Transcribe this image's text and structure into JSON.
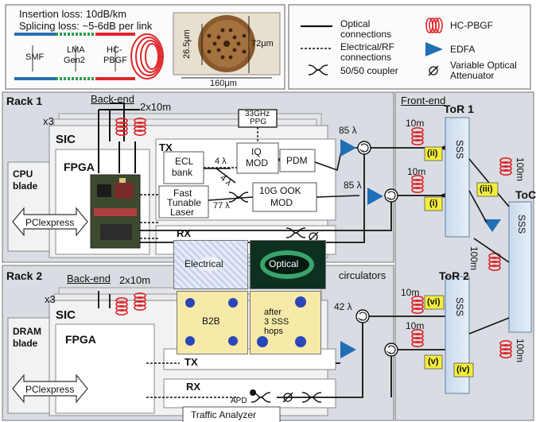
{
  "colors": {
    "fiber_red": "#e0262a",
    "edfa_blue": "#1f6fb5",
    "highlight_yellow": "#f3ee3b",
    "rack_fill": "#d9dde3",
    "box_fill": "#f1f2f4"
  },
  "inset": {
    "insertion_loss": "Insertion loss: 10dB/km",
    "splicing_loss": "Splicing loss: ~5-6dB per link",
    "smf": "SMF",
    "lma_line1": "LMA",
    "lma_line2": "Gen2",
    "hc_line1": "HC-",
    "hc_line2": "PBGF",
    "dim_vertical": "26.5μm",
    "dim_right": "72μm",
    "dim_bottom": "160μm"
  },
  "legend": {
    "optical_line1": "Optical",
    "optical_line2": "connections",
    "electrical_line1": "Electrical/RF",
    "electrical_line2": "connections",
    "coupler": "50/50 coupler",
    "hc_pbgf": "HC-PBGF",
    "edfa": "EDFA",
    "voa_line1": "Variable Optical",
    "voa_line2": "Attenuator"
  },
  "rack1": {
    "title": "Rack 1",
    "backend": "Back-end",
    "fiber_len": "2x10m",
    "x3": "x3",
    "sic": "SIC",
    "fpga": "FPGA",
    "cpu_line1": "CPU",
    "cpu_line2": "blade",
    "pcie": "PClexpress",
    "tx": "TX",
    "rx": "RX",
    "ecl_line1": "ECL",
    "ecl_line2": "bank",
    "fast_line1": "Fast",
    "fast_line2": "Tunable",
    "fast_line3": "Laser",
    "iq_line1": "IQ",
    "iq_line2": "MOD",
    "pdm": "PDM",
    "ook_line1": "10G OOK",
    "ook_line2": "MOD",
    "ppg_line1": "33GHz",
    "ppg_line2": "PPG",
    "lambda4a": "4 λ",
    "lambda4b": "4 λ",
    "lambda77": "77 λ",
    "lambda85a": "85 λ",
    "lambda85b": "85 λ"
  },
  "rack2": {
    "title": "Rack 2",
    "backend": "Back-end",
    "fiber_len": "2x10m",
    "x3": "x3",
    "sic": "SIC",
    "fpga": "FPGA",
    "dram_line1": "DRAM",
    "dram_line2": "blade",
    "pcie": "PClexpress",
    "tx": "TX",
    "rx": "RX",
    "apd": "APD",
    "traffic": "Traffic Analyzer",
    "circulators": "circulators",
    "lambda42": "42 λ"
  },
  "frontend": {
    "title": "Front-end",
    "tor1": "ToR 1",
    "tor2": "ToR 2",
    "toc": "ToC",
    "sss": "SSS",
    "len_10m_a": "10m",
    "len_10m_b": "10m",
    "len_10m_c": "10m",
    "len_10m_d": "10m",
    "len_100m_a": "100m",
    "len_100m_b": "100m",
    "len_100m_c": "100m",
    "tag_i": "(i)",
    "tag_ii": "(ii)",
    "tag_iii": "(iii)",
    "tag_iv": "(iv)",
    "tag_v": "(v)",
    "tag_vi": "(vi)"
  },
  "eye_diagrams": {
    "electrical": "Electrical",
    "optical": "Optical",
    "b2b": "B2B",
    "after_line1": "after",
    "after_line2": "3 SSS",
    "after_line3": "hops"
  }
}
